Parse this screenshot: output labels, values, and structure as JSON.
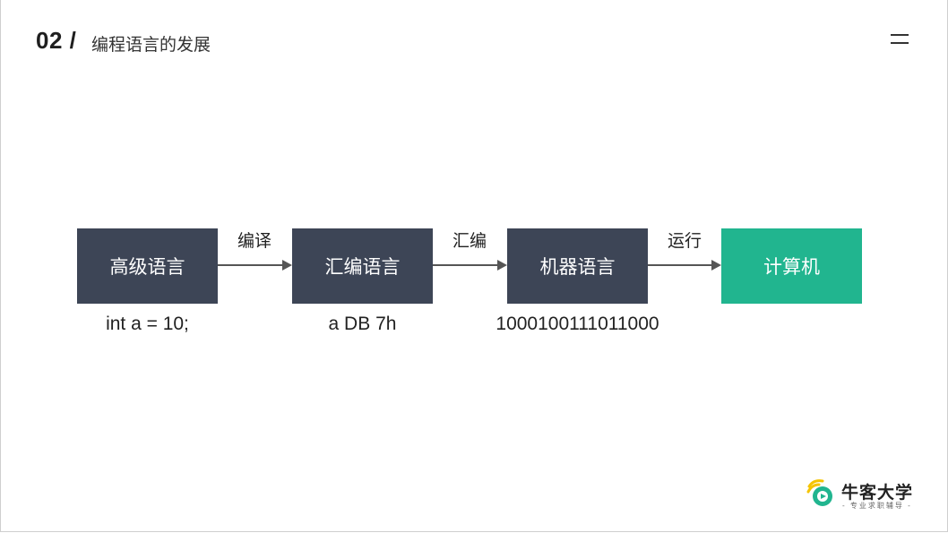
{
  "header": {
    "number": "02 /",
    "title": "编程语言的发展"
  },
  "flow": {
    "boxes": [
      {
        "label": "高级语言",
        "example": "int a = 10;"
      },
      {
        "label": "汇编语言",
        "example": "a DB 7h"
      },
      {
        "label": "机器语言",
        "example": "1000100111011000"
      },
      {
        "label": "计算机"
      }
    ],
    "arrows": [
      "编译",
      "汇编",
      "运行"
    ]
  },
  "brand": {
    "name": "牛客大学",
    "slogan": "- 专业求职辅导 -"
  },
  "colors": {
    "box_dark": "#3d4556",
    "box_accent": "#21b58f",
    "logo_yellow": "#f5c400",
    "logo_green": "#21b58f"
  },
  "icons": [
    "menu-icon",
    "brand-logo-icon"
  ]
}
